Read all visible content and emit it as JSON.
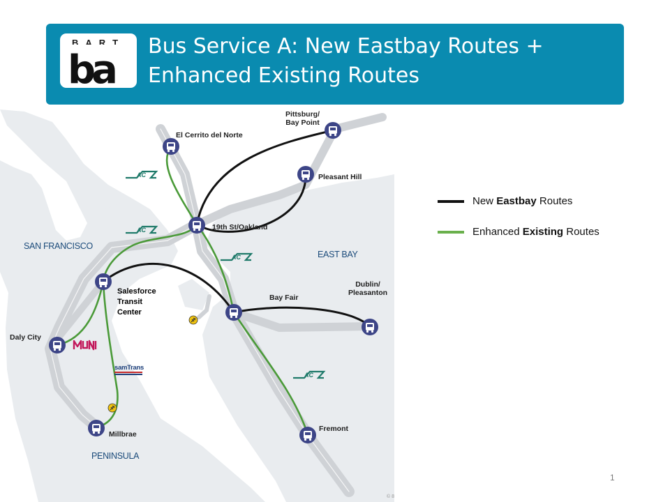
{
  "banner": {
    "logo_text": "BART",
    "logo_letters": "ba",
    "title": "Bus Service A: New Eastbay Routes + Enhanced Existing Routes",
    "background": "#0a8bb0",
    "title_color": "#ffffff"
  },
  "map": {
    "stations": [
      {
        "name": "El Cerrito del Norte",
        "icon": "bus-icon"
      },
      {
        "name": "Pittsburg/\nBay Point",
        "icon": "bus-icon"
      },
      {
        "name": "Pleasant Hill",
        "icon": "bus-icon"
      },
      {
        "name": "19th St/Oakland",
        "icon": "bus-icon"
      },
      {
        "name": "Salesforce\nTransit\nCenter",
        "icon": "bus-icon"
      },
      {
        "name": "Bay Fair",
        "icon": "bus-icon"
      },
      {
        "name": "Dublin/\nPleasanton",
        "icon": "bus-icon"
      },
      {
        "name": "Daly City",
        "icon": "bus-icon"
      },
      {
        "name": "Millbrae",
        "icon": "bus-icon"
      },
      {
        "name": "Fremont",
        "icon": "bus-icon"
      }
    ],
    "regions": [
      "SAN FRANCISCO",
      "EAST BAY",
      "PENINSULA"
    ],
    "operator_logos": [
      {
        "name": "AC Transit",
        "icon": "ac-transit-logo"
      },
      {
        "name": "Muni",
        "icon": "muni-logo"
      },
      {
        "name": "samTrans",
        "icon": "samtrans-logo"
      }
    ],
    "airport_icon": "airplane-icon",
    "colors": {
      "water": "#ffffff",
      "land": "#e9ecef",
      "bart_track": "#cfd2d6",
      "station": "#3d4587",
      "new_route": "#111111",
      "enhanced_route": "#4a9a38"
    }
  },
  "legend": {
    "items": [
      {
        "prefix": "New ",
        "bold": "Eastbay",
        "suffix": " Routes",
        "color": "#111111"
      },
      {
        "prefix": "Enhanced ",
        "bold": "Existing",
        "suffix": " Routes",
        "color": "#6ab04c"
      }
    ]
  },
  "footer": {
    "page_number": "1",
    "copyright": "© 8"
  }
}
